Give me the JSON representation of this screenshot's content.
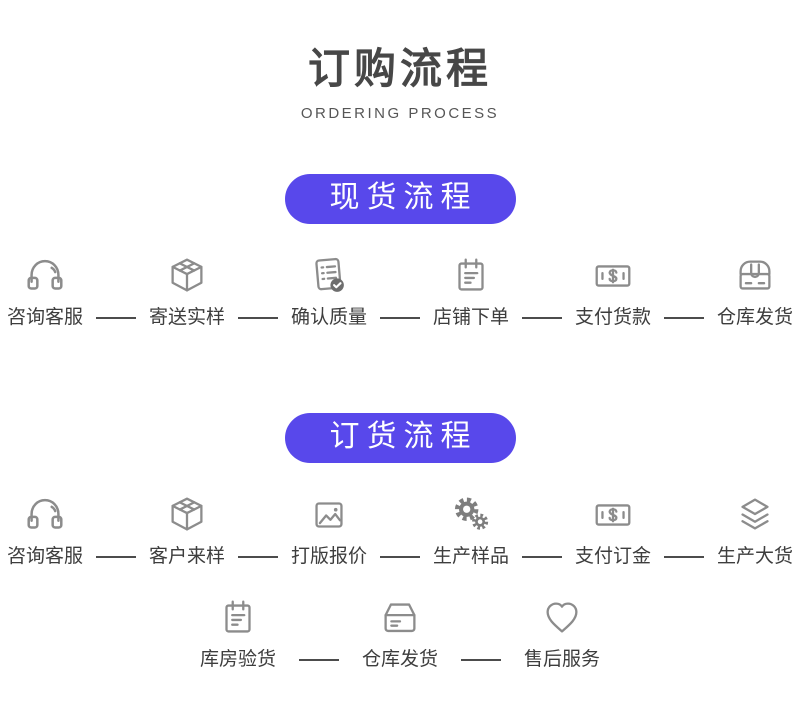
{
  "header": {
    "title": "订购流程",
    "subtitle": "ORDERING PROCESS"
  },
  "theme": {
    "accent": "#5848EB",
    "icon_color": "#8C8C8C",
    "label_color": "#3D3D3D",
    "title_color": "#474747",
    "connector_color": "#4C4C4C"
  },
  "sections": [
    {
      "badge": "现货流程",
      "rows": [
        [
          {
            "label": "咨询客服",
            "icon": "headset-icon"
          },
          {
            "label": "寄送实样",
            "icon": "box-icon"
          },
          {
            "label": "确认质量",
            "icon": "checklist-check-icon"
          },
          {
            "label": "店铺下单",
            "icon": "notepad-icon"
          },
          {
            "label": "支付货款",
            "icon": "banknote-icon"
          },
          {
            "label": "仓库发货",
            "icon": "package-icon"
          }
        ]
      ]
    },
    {
      "badge": "订货流程",
      "rows": [
        [
          {
            "label": "咨询客服",
            "icon": "headset-icon"
          },
          {
            "label": "客户来样",
            "icon": "box-icon"
          },
          {
            "label": "打版报价",
            "icon": "image-icon"
          },
          {
            "label": "生产样品",
            "icon": "gears-icon"
          },
          {
            "label": "支付订金",
            "icon": "banknote-icon"
          },
          {
            "label": "生产大货",
            "icon": "layers-icon"
          }
        ],
        [
          {
            "label": "库房验货",
            "icon": "notepad-icon"
          },
          {
            "label": "仓库发货",
            "icon": "carton-icon"
          },
          {
            "label": "售后服务",
            "icon": "heart-icon"
          }
        ]
      ]
    }
  ]
}
